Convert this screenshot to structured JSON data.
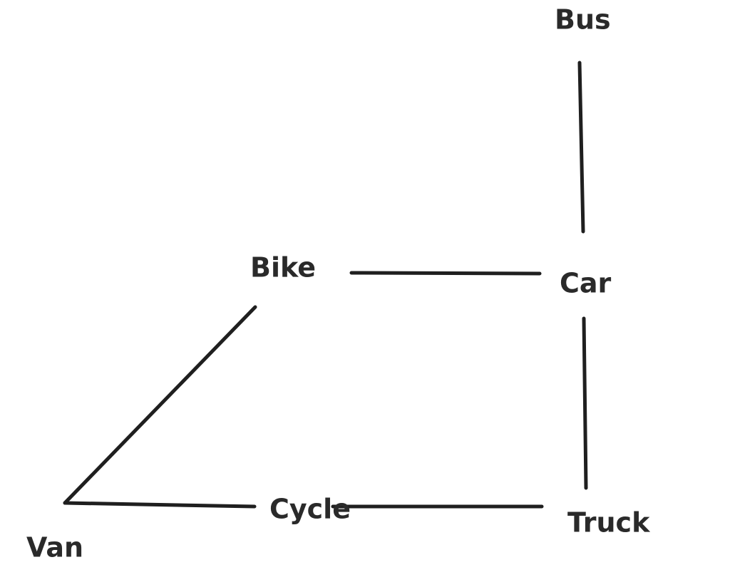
{
  "diagram": {
    "nodes": [
      {
        "id": "bus",
        "label": "Bus"
      },
      {
        "id": "bike",
        "label": "Bike"
      },
      {
        "id": "car",
        "label": "Car"
      },
      {
        "id": "van",
        "label": "Van"
      },
      {
        "id": "cycle",
        "label": "Cycle"
      },
      {
        "id": "truck",
        "label": "Truck"
      }
    ],
    "edges": [
      {
        "from": "bus",
        "to": "car"
      },
      {
        "from": "bike",
        "to": "car"
      },
      {
        "from": "car",
        "to": "truck"
      },
      {
        "from": "bike",
        "to": "van"
      },
      {
        "from": "van",
        "to": "cycle"
      },
      {
        "from": "cycle",
        "to": "truck"
      }
    ],
    "line_color": "#1f1f1f",
    "label_color": "#2a2a2a"
  }
}
